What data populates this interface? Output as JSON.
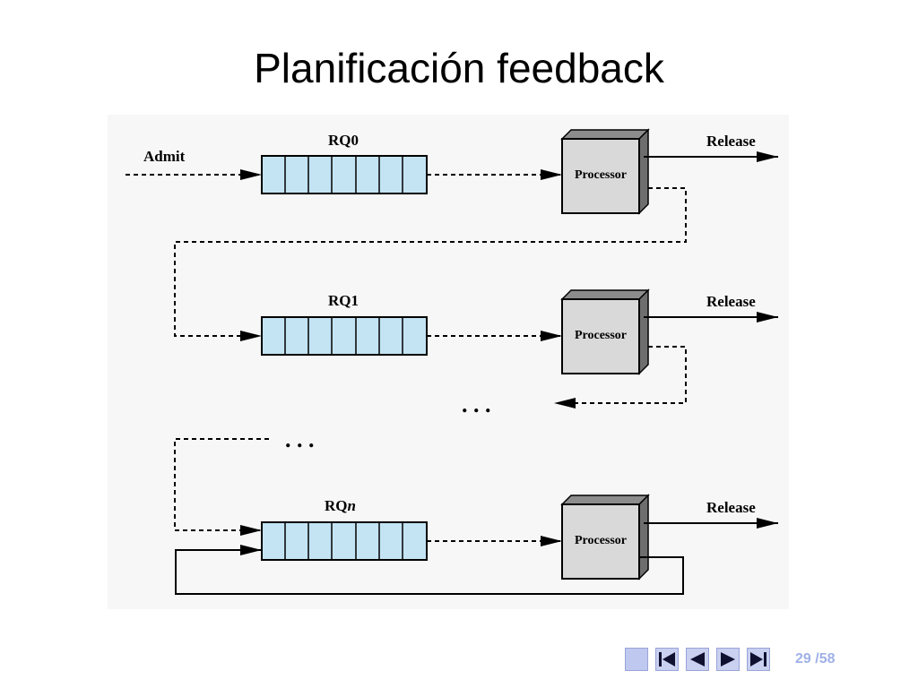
{
  "slide": {
    "title": "Planificación feedback"
  },
  "diagram": {
    "admit_label": "Admit",
    "release_label": "Release",
    "processor_label": "Processor",
    "ellipsis": ". . .",
    "queues": [
      {
        "name": "RQ0",
        "prefix": "RQ",
        "suffix": "0"
      },
      {
        "name": "RQ1",
        "prefix": "RQ",
        "suffix": "1"
      },
      {
        "name": "RQn",
        "prefix": "RQ",
        "suffix": "n"
      }
    ],
    "colors": {
      "queue_fill": "#c4e4f4",
      "processor_front": "#d9d9d9",
      "processor_top": "#8c8c8c",
      "processor_side": "#6e6e6e",
      "background_panel": "#f7f7f7"
    }
  },
  "navigation": {
    "icons": [
      "square-icon",
      "first-page-icon",
      "previous-page-icon",
      "next-page-icon",
      "last-page-icon"
    ],
    "current_page": "29",
    "separator": " /",
    "total_pages": "58"
  }
}
